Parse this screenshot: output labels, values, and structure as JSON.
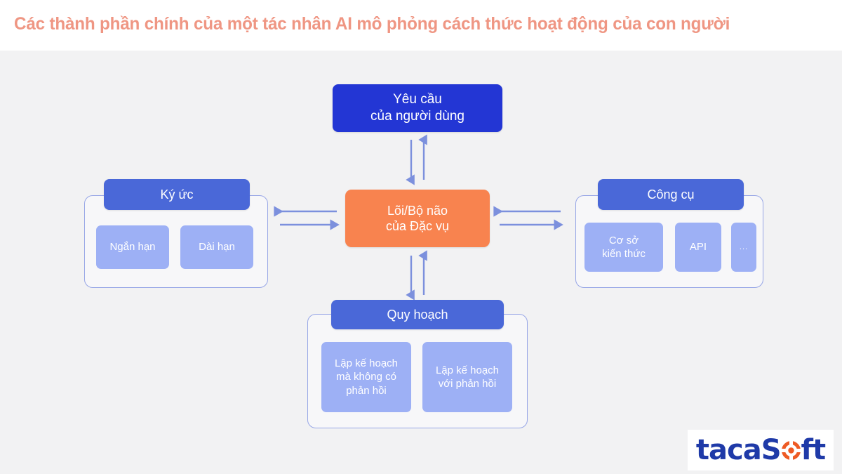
{
  "header": {
    "title": "Các thành phần chính của một tác nhân AI mô phỏng cách thức hoạt động của con người",
    "title_color": "#ef9683",
    "background": "#ffffff"
  },
  "canvas": {
    "background": "#f2f2f3"
  },
  "diagram": {
    "type": "block-diagram",
    "nodes": {
      "user_request": {
        "label_line1": "Yêu cầu",
        "label_line2": "của người dùng",
        "color": "#2336d4",
        "role": "input"
      },
      "core": {
        "label_line1": "Lõi/Bộ não",
        "label_line2": "của Đặc vụ",
        "color": "#f8834f",
        "role": "center"
      },
      "memory": {
        "header": "Ký ức",
        "header_color": "#4a68d8",
        "children": [
          {
            "label": "Ngắn hạn"
          },
          {
            "label": "Dài hạn"
          }
        ]
      },
      "tools": {
        "header": "Công cụ",
        "header_color": "#4a68d8",
        "children": [
          {
            "label": "Cơ sở\nkiến thức",
            "line1": "Cơ sở",
            "line2": "kiến thức"
          },
          {
            "label": "API"
          },
          {
            "label": "..."
          }
        ]
      },
      "planning": {
        "header": "Quy hoạch",
        "header_color": "#4a68d8",
        "children": [
          {
            "line1": "Lập kế hoạch",
            "line2": "mà không có",
            "line3": "phản hồi"
          },
          {
            "line1": "Lập kế hoạch",
            "line2": "với phản hồi"
          }
        ]
      }
    },
    "chip_color": "#9db0f5",
    "group_border_color": "#97a6e6",
    "arrow_color": "#7c90dd",
    "connections": [
      {
        "from": "user_request",
        "to": "core",
        "direction": "bidirectional",
        "orientation": "vertical"
      },
      {
        "from": "memory",
        "to": "core",
        "direction": "bidirectional",
        "orientation": "horizontal"
      },
      {
        "from": "core",
        "to": "tools",
        "direction": "bidirectional",
        "orientation": "horizontal"
      },
      {
        "from": "core",
        "to": "planning",
        "direction": "bidirectional",
        "orientation": "vertical"
      }
    ]
  },
  "logo": {
    "text_part1": "taca",
    "text_part2": "S",
    "text_part3": "ft",
    "icon": "orange-ring-o",
    "text_color": "#1f3aa8",
    "accent_color": "#ee5a24"
  }
}
